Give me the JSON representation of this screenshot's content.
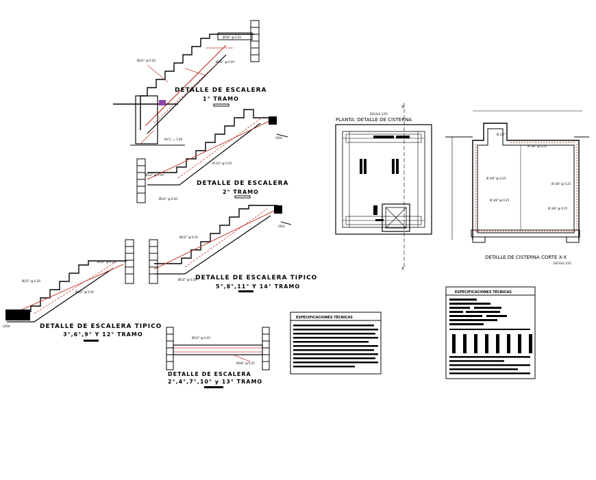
{
  "drawings": {
    "stair1": {
      "title": "DETALLE DE ESCALERA",
      "subtitle": "1° TRAMO",
      "note": "N.F.C. = 1.00"
    },
    "stair2": {
      "title": "DETALLE DE ESCALERA",
      "subtitle": "2° TRAMO"
    },
    "stair_typ_a": {
      "title": "DETALLE DE ESCALERA TIPICO",
      "subtitle": "5°,8°,11° Y 14° TRAMO"
    },
    "stair_typ_b": {
      "title": "DETALLE DE ESCALERA TIPICO",
      "subtitle": "3°,6°,9° Y 12° TRAMO"
    },
    "stair_land": {
      "title": "DETALLE DE ESCALERA",
      "subtitle": "2°,4°,7°,10° y 13° TRAMO"
    },
    "cisterna_plan": {
      "scale": "ESCALA 1/25",
      "title": "PLANTA: DETALLE DE CISTERNA"
    },
    "cisterna_section": {
      "title": "DETALLE DE CISTERNA CORTE X-X",
      "scale": "ESCALA 1/25"
    },
    "specs_left": {
      "title": "ESPECIFICACIONES TÉCNICAS"
    },
    "specs_right": {
      "title": "ESPECIFICACIONES TÉCNICAS"
    }
  },
  "colors": {
    "rebar": "#c0392b",
    "line": "#000000",
    "accent": "#8e44ad"
  }
}
